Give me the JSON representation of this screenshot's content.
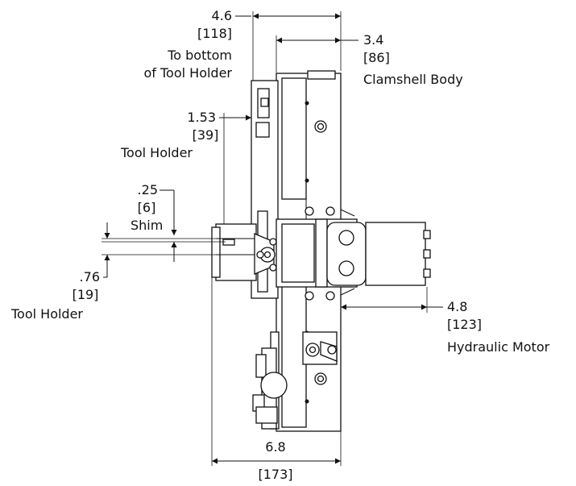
{
  "callouts": {
    "tool_holder_bottom": {
      "value": "4.6",
      "metric": "[118]",
      "line1": "To bottom",
      "line2": "of Tool Holder"
    },
    "clamshell_body": {
      "value": "3.4",
      "metric": "[86]",
      "label": "Clamshell Body"
    },
    "tool_holder_upper": {
      "value": "1.53",
      "metric": "[39]",
      "label": "Tool Holder"
    },
    "shim": {
      "value": ".25",
      "metric": "[6]",
      "label": "Shim"
    },
    "tool_holder_lower": {
      "value": ".76",
      "metric": "[19]",
      "label": "Tool Holder"
    },
    "hydraulic_motor": {
      "value": "4.8",
      "metric": "[123]",
      "label": "Hydraulic Motor"
    },
    "overall_width": {
      "value": "6.8",
      "metric": "[173]"
    }
  },
  "colors": {
    "ink": "#111111",
    "paper": "#ffffff"
  }
}
